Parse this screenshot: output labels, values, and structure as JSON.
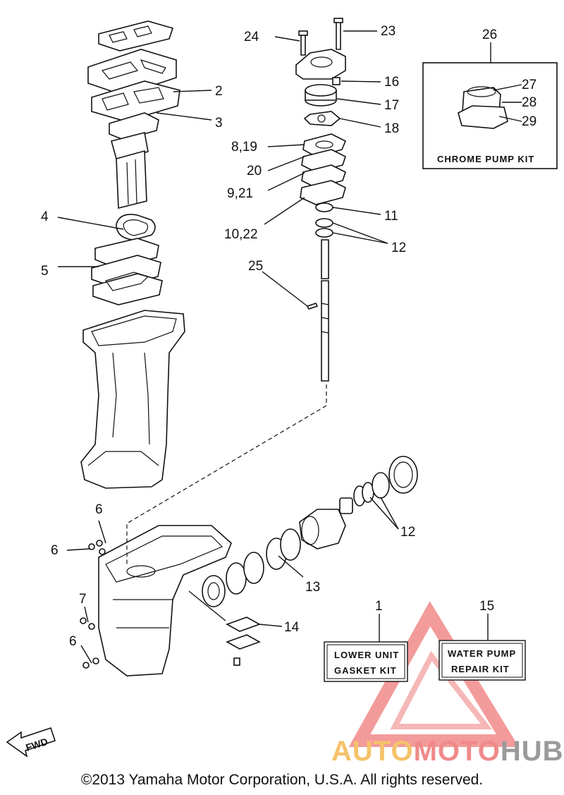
{
  "callouts": {
    "c1": "1",
    "c2": "2",
    "c3": "3",
    "c4": "4",
    "c5": "5",
    "c6a": "6",
    "c6b": "6",
    "c6c": "6",
    "c7": "7",
    "c8_19": "8,19",
    "c9_21": "9,21",
    "c10_22": "10,22",
    "c11": "11",
    "c12a": "12",
    "c12b": "12",
    "c13": "13",
    "c14": "14",
    "c15": "15",
    "c16": "16",
    "c17": "17",
    "c18": "18",
    "c20": "20",
    "c23": "23",
    "c24": "24",
    "c25": "25",
    "c26": "26",
    "c27": "27",
    "c28": "28",
    "c29": "29"
  },
  "kits": {
    "chrome_pump": "CHROME PUMP KIT",
    "lower_unit_line1": "LOWER UNIT",
    "lower_unit_line2": "GASKET KIT",
    "water_pump_line1": "WATER PUMP",
    "water_pump_line2": "REPAIR KIT"
  },
  "fwd_label": "FWD",
  "watermark": {
    "part1": "AUTO",
    "part2": "MOTO",
    "part3": "HUB",
    "color1": "#f5c26b",
    "color2": "#f08a8a",
    "color3": "#9a9a9a"
  },
  "copyright": "©2013 Yamaha Motor Corporation, U.S.A. All rights reserved."
}
